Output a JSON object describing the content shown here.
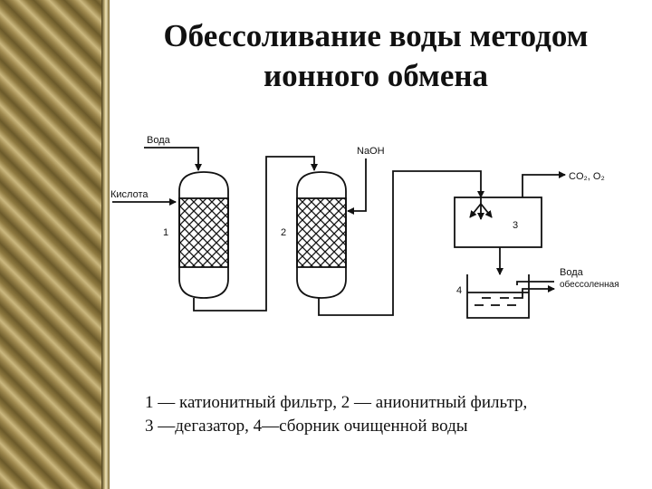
{
  "slide": {
    "title": "Обессоливание  воды  методом\nионного  обмена",
    "caption_line1": "1 — катионитный фильтр,  2 — анионитный фильтр,",
    "caption_line2": "3 —дегазатор,  4—сборник очищенной воды"
  },
  "diagram": {
    "labels": {
      "water_in": "Вода",
      "acid": "Кислота",
      "naoh": "NaOH",
      "co2_o2": "CO₂, O₂",
      "num1": "1",
      "num2": "2",
      "num3": "3",
      "num4": "4",
      "water_out_1": "Вода",
      "water_out_2": "обессоленная"
    }
  }
}
